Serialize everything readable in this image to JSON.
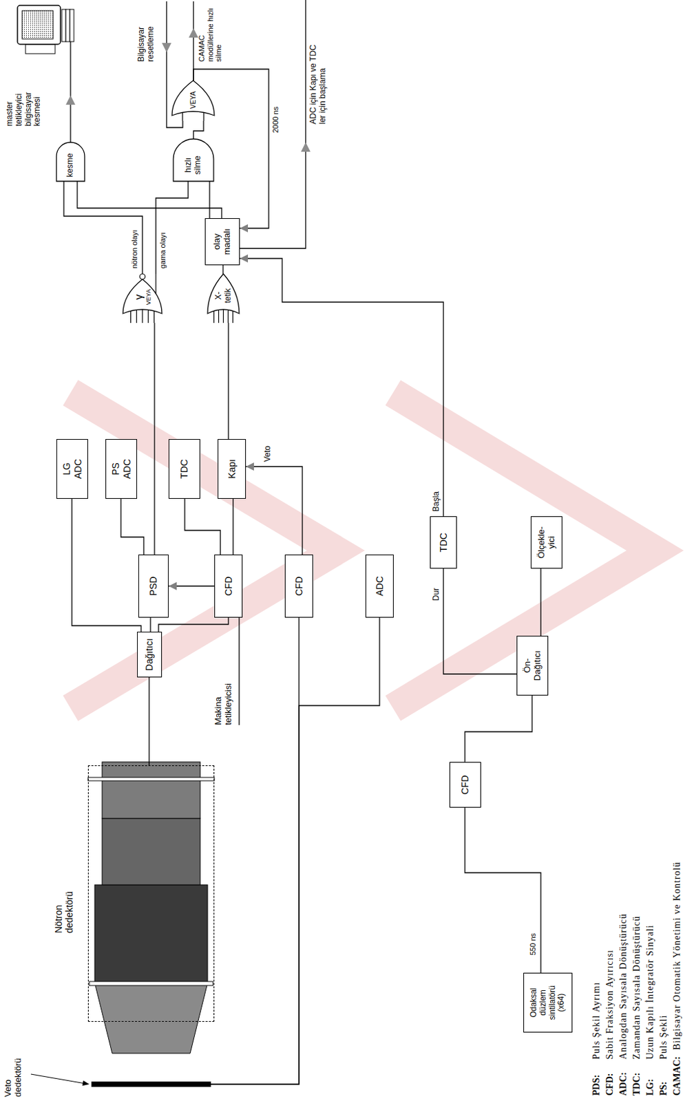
{
  "diagram": {
    "nodes": [
      {
        "text": [
          "Veto dedektörü"
        ]
      },
      {
        "text": [
          "Nötron dedektörü"
        ]
      },
      {
        "text": [
          "Odaksal düzlem sintilatörü (x64)"
        ]
      },
      {
        "text": [
          "CFD"
        ]
      },
      {
        "text": [
          "Ön- Dağıtıcı"
        ]
      },
      {
        "text": [
          "Dağıtıcı"
        ]
      },
      {
        "text": [
          "PSD"
        ]
      },
      {
        "text": [
          "CFD"
        ]
      },
      {
        "text": [
          "CFD"
        ]
      },
      {
        "text": [
          "ADC"
        ]
      },
      {
        "text": [
          "TDC"
        ]
      },
      {
        "text": [
          "Ölçekle- yici"
        ]
      },
      {
        "text": [
          "LG ADC"
        ]
      },
      {
        "text": [
          "PS ADC"
        ]
      },
      {
        "text": [
          "TDC"
        ]
      },
      {
        "text": [
          "Kapı"
        ]
      },
      {
        "text": [
          "γ",
          "VEYA"
        ]
      },
      {
        "text": [
          "X- tetik"
        ]
      },
      {
        "text": [
          "olay madalı"
        ]
      },
      {
        "text": [
          "kesme"
        ]
      },
      {
        "text": [
          "hızlı silme"
        ]
      },
      {
        "text": [
          "VEYA"
        ]
      }
    ],
    "edges": [
      {
        "from": 1,
        "to": 5,
        "arrow": "none"
      },
      {
        "from": 5,
        "to": 12,
        "arrow": "none"
      },
      {
        "from": 5,
        "to": 6,
        "arrow": "none"
      },
      {
        "from": 5,
        "to": 7,
        "arrow": "none"
      },
      {
        "from": 7,
        "to": 6,
        "arrow": "to"
      },
      {
        "from": 6,
        "to": 13,
        "arrow": "none"
      },
      {
        "from": 6,
        "to": 16,
        "arrow": "none"
      },
      {
        "from": 7,
        "to": 14,
        "arrow": "none"
      },
      {
        "from": 7,
        "to": 15,
        "arrow": "none"
      },
      {
        "from": 8,
        "to": 15,
        "label": "Veto",
        "arrow": "to"
      },
      {
        "from": 0,
        "to": 8,
        "arrow": "none"
      },
      {
        "from": 0,
        "to": 9,
        "arrow": "none"
      },
      {
        "from": 15,
        "to": 17,
        "arrow": "none"
      },
      {
        "from": 17,
        "to": 18,
        "arrow": "none"
      },
      {
        "from": 16,
        "to": 19,
        "label": "nötron olayı",
        "arrow": "none"
      },
      {
        "from": 16,
        "to": 20,
        "label": "gama olayı",
        "arrow": "none"
      },
      {
        "from": 18,
        "to": 19,
        "arrow": "none"
      },
      {
        "from": 18,
        "to": 20,
        "arrow": "none"
      },
      {
        "from": 20,
        "to": 21,
        "arrow": "none"
      },
      {
        "from": 21,
        "to": 18,
        "label": "2000 ns",
        "arrow": "to"
      },
      {
        "from": 10,
        "to": 18,
        "arrow": "to"
      },
      {
        "from": 2,
        "to": 3,
        "label": "550 ns",
        "arrow": "none"
      },
      {
        "from": 3,
        "to": 4,
        "arrow": "none"
      },
      {
        "from": 4,
        "to": 10,
        "arrow": "none"
      },
      {
        "from": 4,
        "to": 11,
        "arrow": "none"
      }
    ],
    "labels": [
      "Makina tetikleyicisi",
      "Dur",
      "Başla",
      "master tetikleyici bilgisayar kesmesi",
      "Bilgisayar resetleme",
      "CAMAC modüllerine hızlı silme",
      "ADC için Kapı ve TDC ler için başlama",
      "PDS:",
      "Puls Şekil Ayrımı",
      "CFD:",
      "Sabit Fraksiyon Ayırıcısı",
      "ADC:",
      "Analogdan Sayısala Dönüştürücü",
      "TDC:",
      "Zamandan Sayısala Dönüştürücü",
      "LG:",
      "Uzun Kapılı İntegratör Sinyali",
      "PS:",
      "Puls Şekli",
      "CAMAC:",
      "Bilgisayar Otomatik Yönetimi ve Kontrolü"
    ]
  }
}
